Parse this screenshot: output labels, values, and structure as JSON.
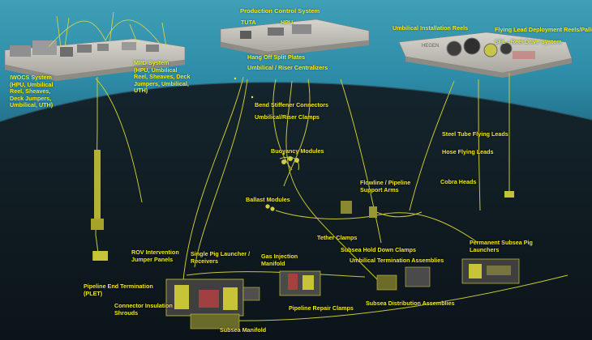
{
  "labels": {
    "production_control_system": "Production Control System",
    "tuta": "TUTA",
    "hpu": "HPU",
    "umbilical_installation_reels": "Umbilical Installation Reels",
    "flying_lead_deployment_reels": "Flying Lead Deployment Reels/Pallets",
    "sfl_reel_drive": "SFL - Reel Drive System",
    "hang_off_split_plates": "Hang Off Split Plates",
    "umbilical_riser_centralizers": "Umbilical / Riser Centralizers",
    "iwocs_system": "IWOCS System\n(HPU, Umbilical\nReel, Sheaves,\nDeck Jumpers,\nUmbilical, UTH)",
    "mpd_system": "MPD System\n(HPU, Umbilical\nReel, Sheaves, Deck\nJumpers, Umbilical,\nUTH)",
    "bend_stiffener_connectors": "Bend Stiffener Connectors",
    "umbilical_riser_clamps": "Umbilical/Riser Clamps",
    "steel_tube_flying_leads": "Steel Tube Flying Leads",
    "buoyancy_modules": "Buoyancy Modules",
    "hose_flying_leads": "Hose Flying Leads",
    "flowline_support_arms": "Flowline / Pipeline\nSupport Arms",
    "cobra_heads": "Cobra Heads",
    "ballast_modules": "Ballast Modules",
    "tether_clamps": "Tether Clamps",
    "subsea_hold_down_clamps": "Subsea Hold Down Clamps",
    "permanent_subsea_pig_launchers": "Permanent Subsea Pig\nLaunchers",
    "umbilical_termination_assemblies": "Umbilical Termination Assemblies",
    "rov_intervention_jumper_panels": "ROV Intervention\nJumper Panels",
    "single_pig_launcher": "Single Pig Launcher /\nReceivers",
    "gas_injection_manifold": "Gas Injection\nManifold",
    "pipeline_end_termination": "Pipeline End Termination\n(PLET)",
    "subsea_distribution_assemblies": "Subsea Distribution Assemblies",
    "connector_insulation_shrouds": "Connector Insulation\nShrouds",
    "pipeline_repair_clamps": "Pipeline Repair Clamps",
    "subsea_manifold": "Subsea Manifold",
    "deck_text": "HEGEN"
  },
  "colors": {
    "sea_surface": "#2f95b0",
    "deep_water": "#0e1a20",
    "label_yellow": "#f2ea1a",
    "umbilical_yellow": "#d4d23a",
    "deck_grey": "#bfbdb6"
  }
}
